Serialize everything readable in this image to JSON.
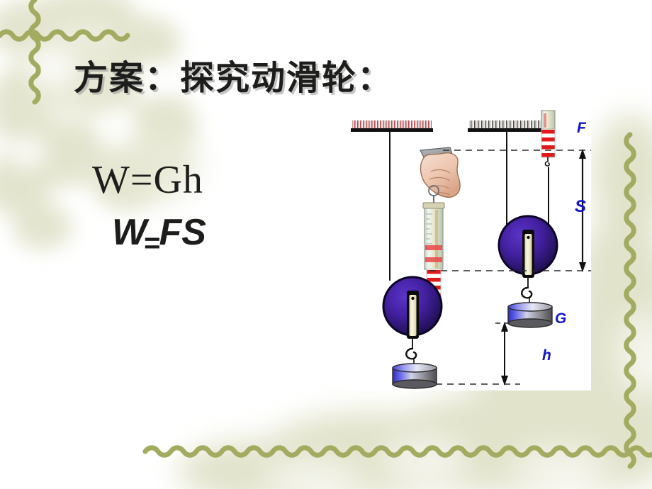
{
  "slide": {
    "title": "方案：探究动滑轮：",
    "background_color": "#ffffff",
    "panel_color": "#ffffff",
    "accent_color": "#1414d2",
    "vine_color": "#a3ab60",
    "watercolor_color": "#dfe0c6",
    "pulley_color": "#3b1d93",
    "weight_color": "#3b3bdf",
    "rope_color": "#e11b1b"
  },
  "formulas": [
    {
      "id": "work-output",
      "text": "W=Gh",
      "style": "serif"
    },
    {
      "id": "work-input-prefix",
      "text": "W",
      "eq": "=",
      "suffix": "FS",
      "style": "italic-bold"
    }
  ],
  "diagram": {
    "name": "movable-pulley-experiment",
    "labels": {
      "force": "F",
      "distance": "S",
      "weight": "G",
      "height": "h"
    },
    "left_setup": {
      "name": "hand-pulling-spring-scale-setup",
      "support": "ceiling-bar",
      "scale": "spring-scale",
      "hand": "hand-grip",
      "pulley": "movable-pulley",
      "load": "weight-block"
    },
    "right_setup": {
      "name": "raised-pulley-setup",
      "support": "ceiling-bar",
      "scale": "spring-scale",
      "pulley": "movable-pulley",
      "load": "weight-block"
    }
  }
}
